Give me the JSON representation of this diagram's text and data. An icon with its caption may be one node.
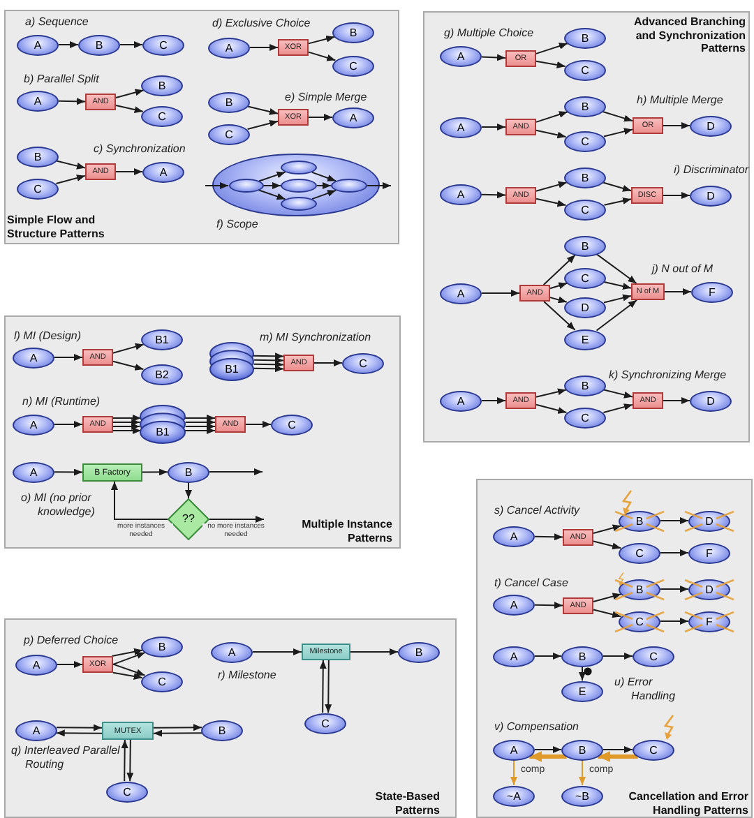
{
  "diagram": {
    "nodes": [
      {
        "text": [
          "Simple Flow and Structure Patterns"
        ]
      },
      {
        "text": [
          "A"
        ],
        "in": 0
      },
      {
        "text": [
          "B"
        ],
        "in": 0
      },
      {
        "text": [
          "C"
        ],
        "in": 0
      },
      {
        "text": [
          "A"
        ],
        "in": 0
      },
      {
        "text": [
          "AND"
        ],
        "in": 0
      },
      {
        "text": [
          "B"
        ],
        "in": 0
      },
      {
        "text": [
          "C"
        ],
        "in": 0
      },
      {
        "text": [
          "B"
        ],
        "in": 0
      },
      {
        "text": [
          "C"
        ],
        "in": 0
      },
      {
        "text": [
          "AND"
        ],
        "in": 0
      },
      {
        "text": [
          "A"
        ],
        "in": 0
      },
      {
        "text": [
          "A"
        ],
        "in": 0
      },
      {
        "text": [
          "XOR"
        ],
        "in": 0
      },
      {
        "text": [
          "B"
        ],
        "in": 0
      },
      {
        "text": [
          "C"
        ],
        "in": 0
      },
      {
        "text": [
          "B"
        ],
        "in": 0
      },
      {
        "text": [
          "C"
        ],
        "in": 0
      },
      {
        "text": [
          "XOR"
        ],
        "in": 0
      },
      {
        "text": [
          "A"
        ],
        "in": 0
      },
      {
        "text": [],
        "shape": "ellipse",
        "in": 0
      },
      {
        "text": [],
        "shape": "ellipse",
        "in": 20
      },
      {
        "text": [],
        "shape": "ellipse",
        "in": 20
      },
      {
        "text": [],
        "shape": "ellipse",
        "in": 20
      },
      {
        "text": [],
        "shape": "ellipse",
        "in": 20
      },
      {
        "text": [],
        "shape": "ellipse",
        "in": 20
      },
      {
        "text": [
          "Advanced Branching and Synchronization Patterns"
        ]
      },
      {
        "text": [
          "A"
        ],
        "in": 26
      },
      {
        "text": [
          "OR"
        ],
        "in": 26
      },
      {
        "text": [
          "B"
        ],
        "in": 26
      },
      {
        "text": [
          "C"
        ],
        "in": 26
      },
      {
        "text": [
          "A"
        ],
        "in": 26
      },
      {
        "text": [
          "AND"
        ],
        "in": 26
      },
      {
        "text": [
          "B"
        ],
        "in": 26
      },
      {
        "text": [
          "C"
        ],
        "in": 26
      },
      {
        "text": [
          "OR"
        ],
        "in": 26
      },
      {
        "text": [
          "D"
        ],
        "in": 26
      },
      {
        "text": [
          "A"
        ],
        "in": 26
      },
      {
        "text": [
          "AND"
        ],
        "in": 26
      },
      {
        "text": [
          "B"
        ],
        "in": 26
      },
      {
        "text": [
          "C"
        ],
        "in": 26
      },
      {
        "text": [
          "DISC"
        ],
        "in": 26
      },
      {
        "text": [
          "D"
        ],
        "in": 26
      },
      {
        "text": [
          "A"
        ],
        "in": 26
      },
      {
        "text": [
          "AND"
        ],
        "in": 26
      },
      {
        "text": [
          "B"
        ],
        "in": 26
      },
      {
        "text": [
          "C"
        ],
        "in": 26
      },
      {
        "text": [
          "D"
        ],
        "in": 26
      },
      {
        "text": [
          "E"
        ],
        "in": 26
      },
      {
        "text": [
          "N of M"
        ],
        "in": 26
      },
      {
        "text": [
          "F"
        ],
        "in": 26
      },
      {
        "text": [
          "A"
        ],
        "in": 26
      },
      {
        "text": [
          "AND"
        ],
        "in": 26
      },
      {
        "text": [
          "B"
        ],
        "in": 26
      },
      {
        "text": [
          "C"
        ],
        "in": 26
      },
      {
        "text": [
          "AND"
        ],
        "in": 26
      },
      {
        "text": [
          "D"
        ],
        "in": 26
      },
      {
        "text": [
          "Multiple Instance Patterns"
        ]
      },
      {
        "text": [
          "A"
        ],
        "in": 57
      },
      {
        "text": [
          "AND"
        ],
        "in": 57
      },
      {
        "text": [
          "B1"
        ],
        "in": 57
      },
      {
        "text": [
          "B2"
        ],
        "in": 57
      },
      {
        "text": [
          "B1"
        ],
        "in": 57
      },
      {
        "text": [
          "AND"
        ],
        "in": 57
      },
      {
        "text": [
          "C"
        ],
        "in": 57
      },
      {
        "text": [
          "A"
        ],
        "in": 57
      },
      {
        "text": [
          "AND"
        ],
        "in": 57
      },
      {
        "text": [
          "B1"
        ],
        "in": 57
      },
      {
        "text": [
          "AND"
        ],
        "in": 57
      },
      {
        "text": [
          "C"
        ],
        "in": 57
      },
      {
        "text": [
          "A"
        ],
        "in": 57
      },
      {
        "text": [
          "B Factory"
        ],
        "in": 57
      },
      {
        "text": [
          "B"
        ],
        "in": 57
      },
      {
        "text": [
          "??"
        ],
        "in": 57
      },
      {
        "text": [
          "Cancellation and Error Handling Patterns"
        ]
      },
      {
        "text": [
          "A"
        ],
        "in": 74
      },
      {
        "text": [
          "AND"
        ],
        "in": 74
      },
      {
        "text": [
          "B"
        ],
        "in": 74
      },
      {
        "text": [
          "C"
        ],
        "in": 74
      },
      {
        "text": [
          "D"
        ],
        "in": 74
      },
      {
        "text": [
          "F"
        ],
        "in": 74
      },
      {
        "text": [
          "A"
        ],
        "in": 74
      },
      {
        "text": [
          "AND"
        ],
        "in": 74
      },
      {
        "text": [
          "B"
        ],
        "in": 74
      },
      {
        "text": [
          "C"
        ],
        "in": 74
      },
      {
        "text": [
          "D"
        ],
        "in": 74
      },
      {
        "text": [
          "F"
        ],
        "in": 74
      },
      {
        "text": [
          "A"
        ],
        "in": 74
      },
      {
        "text": [
          "B"
        ],
        "in": 74
      },
      {
        "text": [
          "C"
        ],
        "in": 74
      },
      {
        "text": [
          "E"
        ],
        "in": 74
      },
      {
        "text": [
          "A"
        ],
        "in": 74
      },
      {
        "text": [
          "B"
        ],
        "in": 74
      },
      {
        "text": [
          "C"
        ],
        "in": 74
      },
      {
        "text": [
          "~A"
        ],
        "in": 74
      },
      {
        "text": [
          "~B"
        ],
        "in": 74
      },
      {
        "text": [
          "State-Based Patterns"
        ]
      },
      {
        "text": [
          "A"
        ],
        "in": 96
      },
      {
        "text": [
          "XOR"
        ],
        "in": 96
      },
      {
        "text": [
          "B"
        ],
        "in": 96
      },
      {
        "text": [
          "C"
        ],
        "in": 96
      },
      {
        "text": [
          "A"
        ],
        "in": 96
      },
      {
        "text": [
          "Milestone"
        ],
        "in": 96
      },
      {
        "text": [
          "B"
        ],
        "in": 96
      },
      {
        "text": [
          "C"
        ],
        "in": 96
      },
      {
        "text": [
          "A"
        ],
        "in": 96
      },
      {
        "text": [
          "MUTEX"
        ],
        "in": 96
      },
      {
        "text": [
          "B"
        ],
        "in": 96
      },
      {
        "text": [
          "C"
        ],
        "in": 96
      }
    ],
    "edges": [
      {
        "from": 1,
        "to": 2,
        "arrow": "to"
      },
      {
        "from": 2,
        "to": 3,
        "arrow": "to"
      },
      {
        "from": 4,
        "to": 5,
        "arrow": "to"
      },
      {
        "from": 5,
        "to": 6,
        "arrow": "to"
      },
      {
        "from": 5,
        "to": 7,
        "arrow": "to"
      },
      {
        "from": 8,
        "to": 10,
        "arrow": "to"
      },
      {
        "from": 9,
        "to": 10,
        "arrow": "to"
      },
      {
        "from": 10,
        "to": 11,
        "arrow": "to"
      },
      {
        "from": 12,
        "to": 13,
        "arrow": "to"
      },
      {
        "from": 13,
        "to": 14,
        "arrow": "to"
      },
      {
        "from": 13,
        "to": 15,
        "arrow": "to"
      },
      {
        "from": 16,
        "to": 18,
        "arrow": "to"
      },
      {
        "from": 17,
        "to": 18,
        "arrow": "to"
      },
      {
        "from": 18,
        "to": 19,
        "arrow": "to"
      },
      {
        "from": null,
        "to": 21,
        "arrow": "to"
      },
      {
        "from": 21,
        "to": 22,
        "arrow": "to"
      },
      {
        "from": 21,
        "to": 23,
        "arrow": "to"
      },
      {
        "from": 21,
        "to": 24,
        "arrow": "to"
      },
      {
        "from": 22,
        "to": 25,
        "arrow": "to"
      },
      {
        "from": 23,
        "to": 25,
        "arrow": "to"
      },
      {
        "from": 24,
        "to": 25,
        "arrow": "to"
      },
      {
        "from": 25,
        "to": null,
        "arrow": "to"
      },
      {
        "from": 27,
        "to": 28,
        "arrow": "to"
      },
      {
        "from": 28,
        "to": 29,
        "arrow": "to"
      },
      {
        "from": 28,
        "to": 30,
        "arrow": "to"
      },
      {
        "from": 31,
        "to": 32,
        "arrow": "to"
      },
      {
        "from": 32,
        "to": 33,
        "arrow": "to"
      },
      {
        "from": 32,
        "to": 34,
        "arrow": "to"
      },
      {
        "from": 33,
        "to": 35,
        "arrow": "to"
      },
      {
        "from": 34,
        "to": 35,
        "arrow": "to"
      },
      {
        "from": 35,
        "to": 36,
        "arrow": "to"
      },
      {
        "from": 37,
        "to": 38,
        "arrow": "to"
      },
      {
        "from": 38,
        "to": 39,
        "arrow": "to"
      },
      {
        "from": 38,
        "to": 40,
        "arrow": "to"
      },
      {
        "from": 39,
        "to": 41,
        "arrow": "to"
      },
      {
        "from": 40,
        "to": 41,
        "arrow": "to"
      },
      {
        "from": 41,
        "to": 42,
        "arrow": "to"
      },
      {
        "from": 43,
        "to": 44,
        "arrow": "to"
      },
      {
        "from": 44,
        "to": 45,
        "arrow": "to"
      },
      {
        "from": 44,
        "to": 46,
        "arrow": "to"
      },
      {
        "from": 44,
        "to": 47,
        "arrow": "to"
      },
      {
        "from": 44,
        "to": 48,
        "arrow": "to"
      },
      {
        "from": 45,
        "to": 49,
        "arrow": "to"
      },
      {
        "from": 46,
        "to": 49,
        "arrow": "to"
      },
      {
        "from": 47,
        "to": 49,
        "arrow": "to"
      },
      {
        "from": 48,
        "to": 49,
        "arrow": "to"
      },
      {
        "from": 49,
        "to": 50,
        "arrow": "to"
      },
      {
        "from": 51,
        "to": 52,
        "arrow": "to"
      },
      {
        "from": 52,
        "to": 53,
        "arrow": "to"
      },
      {
        "from": 52,
        "to": 54,
        "arrow": "to"
      },
      {
        "from": 53,
        "to": 55,
        "arrow": "to"
      },
      {
        "from": 54,
        "to": 55,
        "arrow": "to"
      },
      {
        "from": 55,
        "to": 56,
        "arrow": "to"
      },
      {
        "from": 58,
        "to": 59,
        "arrow": "to"
      },
      {
        "from": 59,
        "to": 60,
        "arrow": "to"
      },
      {
        "from": 59,
        "to": 61,
        "arrow": "to"
      },
      {
        "from": 62,
        "to": 63,
        "arrow": "to"
      },
      {
        "from": 62,
        "to": 63,
        "arrow": "to"
      },
      {
        "from": 62,
        "to": 63,
        "arrow": "to"
      },
      {
        "from": 62,
        "to": 63,
        "arrow": "to"
      },
      {
        "from": 63,
        "to": 64,
        "arrow": "to"
      },
      {
        "from": 65,
        "to": 66,
        "arrow": "to"
      },
      {
        "from": 66,
        "to": 67,
        "arrow": "to"
      },
      {
        "from": 66,
        "to": 67,
        "arrow": "to"
      },
      {
        "from": 66,
        "to": 67,
        "arrow": "to"
      },
      {
        "from": 66,
        "to": 67,
        "arrow": "to"
      },
      {
        "from": 67,
        "to": 68,
        "arrow": "to"
      },
      {
        "from": 67,
        "to": 68,
        "arrow": "to"
      },
      {
        "from": 67,
        "to": 68,
        "arrow": "to"
      },
      {
        "from": 67,
        "to": 68,
        "arrow": "to"
      },
      {
        "from": 68,
        "to": 69,
        "arrow": "to"
      },
      {
        "from": 70,
        "to": 71,
        "arrow": "to"
      },
      {
        "from": 71,
        "to": 72,
        "arrow": "to"
      },
      {
        "from": 72,
        "to": null,
        "arrow": "to"
      },
      {
        "from": 72,
        "to": 73,
        "arrow": "to"
      },
      {
        "from": 73,
        "to": 71,
        "arrow": "to",
        "label": "more instances needed"
      },
      {
        "from": 73,
        "to": null,
        "arrow": "to",
        "label": "no more instances needed"
      },
      {
        "from": 75,
        "to": 76,
        "arrow": "to"
      },
      {
        "from": 76,
        "to": 77,
        "arrow": "to"
      },
      {
        "from": 76,
        "to": 78,
        "arrow": "to"
      },
      {
        "from": 77,
        "to": 79,
        "arrow": "to"
      },
      {
        "from": 78,
        "to": 80,
        "arrow": "to"
      },
      {
        "from": 81,
        "to": 82,
        "arrow": "to"
      },
      {
        "from": 82,
        "to": 83,
        "arrow": "to"
      },
      {
        "from": 82,
        "to": 84,
        "arrow": "to"
      },
      {
        "from": 83,
        "to": 85,
        "arrow": "to"
      },
      {
        "from": 84,
        "to": 86,
        "arrow": "to"
      },
      {
        "from": 87,
        "to": 88,
        "arrow": "to"
      },
      {
        "from": 88,
        "to": 89,
        "arrow": "to"
      },
      {
        "from": 88,
        "to": 90,
        "arrow": "to"
      },
      {
        "from": 91,
        "to": 92,
        "arrow": "to"
      },
      {
        "from": 92,
        "to": 93,
        "arrow": "to"
      },
      {
        "from": 93,
        "to": 92,
        "arrow": "to",
        "style": "thick",
        "color": "#e09a2a"
      },
      {
        "from": 92,
        "to": 91,
        "arrow": "to",
        "style": "thick",
        "color": "#e09a2a"
      },
      {
        "from": 91,
        "to": 94,
        "arrow": "to",
        "label": "comp",
        "color": "#e09a2a"
      },
      {
        "from": 92,
        "to": 95,
        "arrow": "to",
        "label": "comp",
        "color": "#e09a2a"
      },
      {
        "from": 97,
        "to": 98,
        "arrow": "to"
      },
      {
        "from": 98,
        "to": 99,
        "arrow": "to"
      },
      {
        "from": 98,
        "to": 100,
        "arrow": "to"
      },
      {
        "from": 98,
        "to": 100,
        "arrow": "to"
      },
      {
        "from": 98,
        "to": 99,
        "arrow": "to"
      },
      {
        "from": 101,
        "to": 102,
        "arrow": "to"
      },
      {
        "from": 102,
        "to": 103,
        "arrow": "to"
      },
      {
        "from": 102,
        "to": 104,
        "arrow": "to"
      },
      {
        "from": 104,
        "to": 102,
        "arrow": "to"
      },
      {
        "from": 105,
        "to": 106,
        "arrow": "to"
      },
      {
        "from": 106,
        "to": 105,
        "arrow": "to"
      },
      {
        "from": 106,
        "to": 107,
        "arrow": "to"
      },
      {
        "from": 107,
        "to": 106,
        "arrow": "to"
      },
      {
        "from": 106,
        "to": 108,
        "arrow": "to"
      },
      {
        "from": 108,
        "to": 106,
        "arrow": "to"
      }
    ],
    "labels": [
      "a) Sequence",
      "b) Parallel Split",
      "c) Synchronization",
      "d) Exclusive Choice",
      "e) Simple Merge",
      "f) Scope",
      "g) Multiple Choice",
      "h) Multiple Merge",
      "i) Discriminator",
      "j) N out of M",
      "k) Synchronizing Merge",
      "l) MI (Design)",
      "m) MI Synchronization",
      "n) MI (Runtime)",
      "o) MI (no prior knowledge)",
      "s) Cancel Activity",
      "t) Cancel Case",
      "u) Error Handling",
      "v) Compensation",
      "p) Deferred Choice",
      "r) Milestone",
      "q) Interleaved Parallel Routing"
    ]
  }
}
